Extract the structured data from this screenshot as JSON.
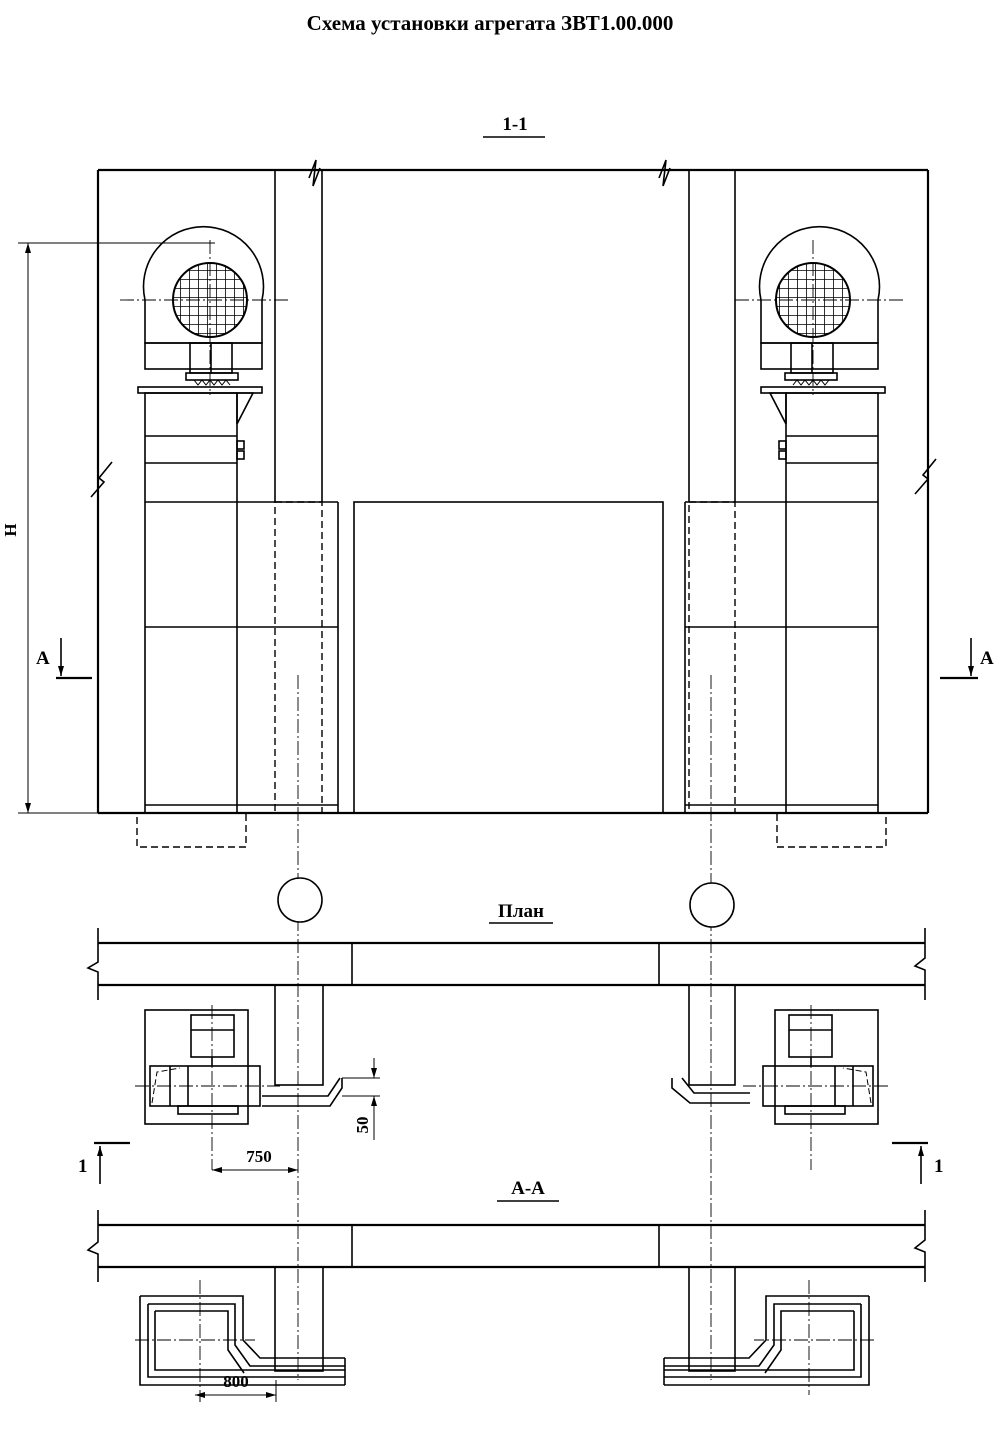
{
  "title": "Схема установки агрегата ЗВТ1.00.000",
  "views": {
    "section_1_1": "1-1",
    "plan": "План",
    "section_a_a": "А-А"
  },
  "markers": {
    "cut_a": "А",
    "cut_1": "1"
  },
  "dimensions": {
    "height": "H",
    "d750": "750",
    "d50": "50",
    "d800": "800"
  }
}
